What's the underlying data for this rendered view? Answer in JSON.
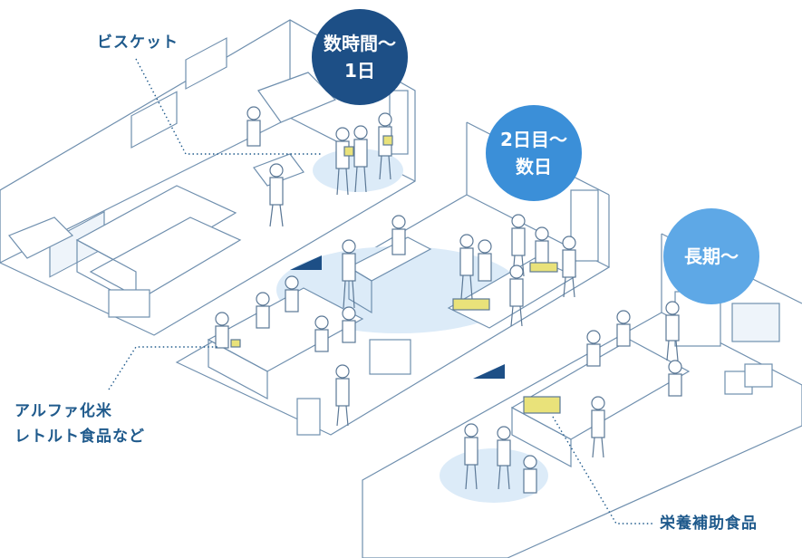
{
  "phases": [
    {
      "line1": "数時間〜",
      "line2": "1日",
      "color": "#1d4f86"
    },
    {
      "line1": "2日目〜",
      "line2": "数日",
      "color": "#3b8fd8"
    },
    {
      "line1": "長期〜",
      "line2": "",
      "color": "#5ea8e6"
    }
  ],
  "callouts": {
    "biscuit": "ビスケット",
    "alpha_rice_line1": "アルファ化米",
    "alpha_rice_line2": "レトルト食品など",
    "nutrition": "栄養補助食品"
  },
  "colors": {
    "line": "#6f8fae",
    "floor_spot": "#dcebf8",
    "text": "#1f5a8c"
  }
}
